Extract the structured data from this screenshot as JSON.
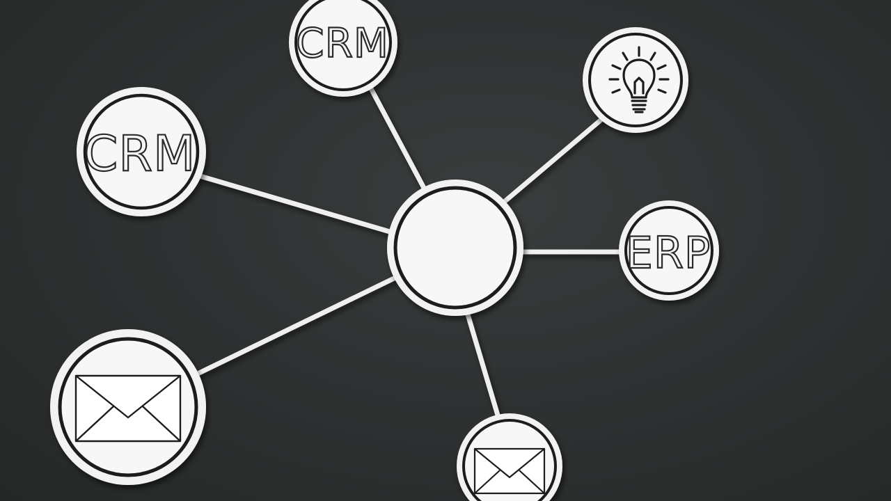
{
  "diagram": {
    "background_color": "#2c2f2f",
    "node_fill": "#f2f2f2",
    "node_ring": "#1e1e1e",
    "connector_color": "#efefef",
    "center_node": {
      "label": ""
    },
    "nodes": [
      {
        "id": "crm-top",
        "label": "CRM",
        "icon": ""
      },
      {
        "id": "lightbulb",
        "label": "",
        "icon": "lightbulb-icon"
      },
      {
        "id": "crm-left",
        "label": "CRM",
        "icon": ""
      },
      {
        "id": "erp",
        "label": "ERP",
        "icon": ""
      },
      {
        "id": "mail-large",
        "label": "",
        "icon": "envelope-icon"
      },
      {
        "id": "mail-small",
        "label": "",
        "icon": "envelope-icon"
      }
    ]
  }
}
